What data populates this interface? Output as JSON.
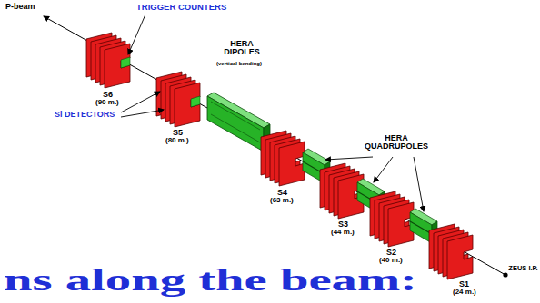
{
  "diagram": {
    "labels": [
      "P-beam",
      "TRIGGER COUNTERS",
      "HERA DIPOLES",
      "(vertical bending)",
      "Si DETECTORS",
      "S6",
      "(90 m.)",
      "S5",
      "(80 m.)",
      "S4",
      "(63 m.)",
      "HERA QUADRUPOLES",
      "S3",
      "(44 m.)",
      "S2",
      "(40 m.)",
      "S1",
      "(24 m.)",
      "ZEUS I.P.",
      "ns along the beam:"
    ]
  }
}
